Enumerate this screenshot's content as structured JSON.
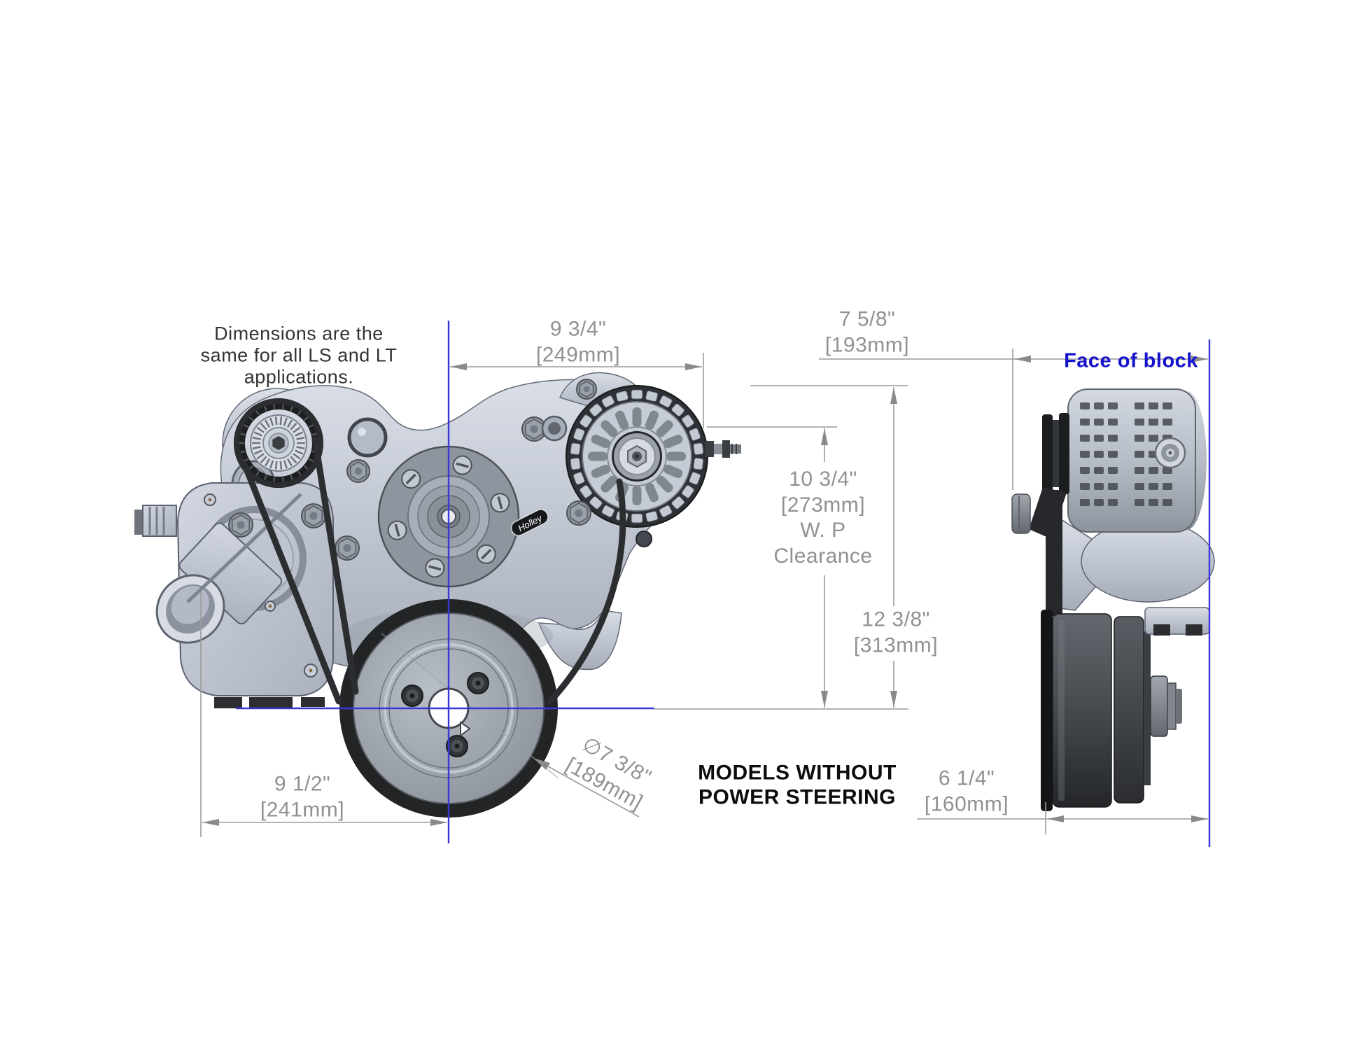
{
  "note": {
    "line1": "Dimensions are the",
    "line2": "same for all LS and LT",
    "line3": "applications."
  },
  "annotations": {
    "face_of_block": "Face of block",
    "models_line1": "MODELS WITHOUT",
    "models_line2": "POWER STEERING",
    "brand": "Holley"
  },
  "dimensions": {
    "top_width": {
      "in": "9 3/4\"",
      "mm": "[249mm]"
    },
    "block_to_wp_face": {
      "in": "7 5/8\"",
      "mm": "[193mm]"
    },
    "wp_clearance": {
      "in": "10 3/4\"",
      "mm": "[273mm]",
      "note1": "W. P",
      "note2": "Clearance"
    },
    "crank_to_alt_top": {
      "in": "12 3/8\"",
      "mm": "[313mm]"
    },
    "water_neck_width": {
      "in": "9 1/2\"",
      "mm": "[241mm]"
    },
    "crank_pulley_dia": {
      "in": "∅7 3/8\"",
      "mm": "[189mm]"
    },
    "block_to_balancer": {
      "in": "6 1/4\"",
      "mm": "[160mm]"
    }
  },
  "colors": {
    "centerline_blue": "#3a36d8",
    "dimension_gray": "#989898",
    "accent_blue_text": "#1512cd",
    "belt_black": "#26282c",
    "metal_light": "#d6dbe4",
    "metal_dark": "#26282b"
  }
}
